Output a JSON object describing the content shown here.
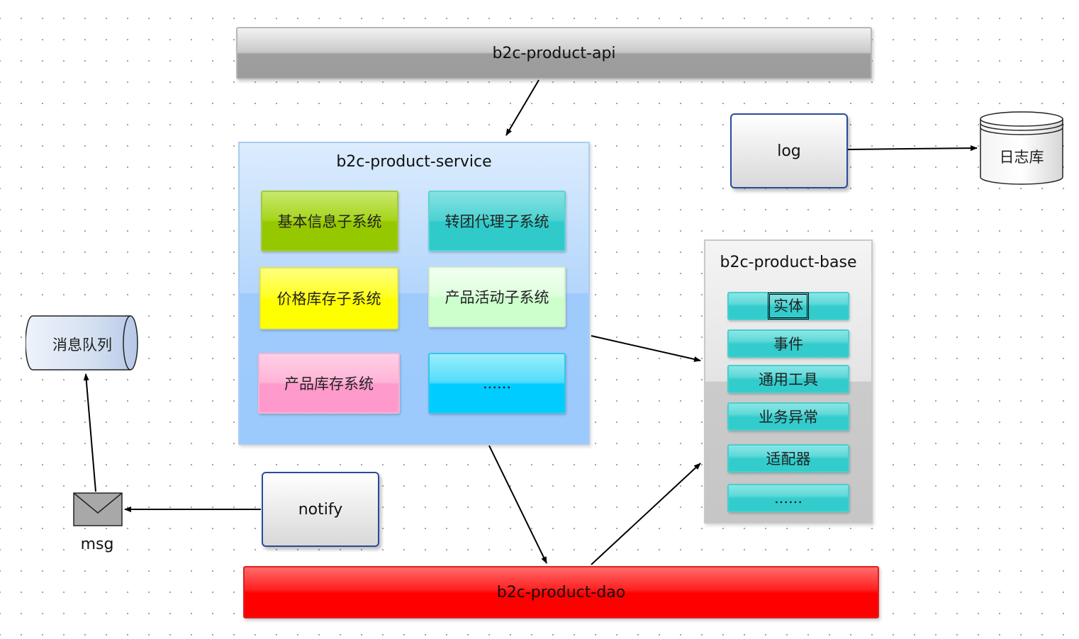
{
  "layers": {
    "api": "b2c-product-api",
    "service_title": "b2c-product-service",
    "dao": "b2c-product-dao",
    "base_title": "b2c-product-base"
  },
  "service_subsystems": [
    {
      "label": "基本信息子系统",
      "color": "#99cc00"
    },
    {
      "label": "转团代理子系统",
      "color": "#33cccc"
    },
    {
      "label": "价格库存子系统",
      "color": "#ffff00"
    },
    {
      "label": "产品活动子系统",
      "color": "#ccffcc"
    },
    {
      "label": "产品库存系统",
      "color": "#ff99cc"
    },
    {
      "label": "......",
      "color": "#00ccff"
    }
  ],
  "base_items": [
    "实体",
    "事件",
    "通用工具",
    "业务异常",
    "适配器",
    "......"
  ],
  "nodes": {
    "log": "log",
    "log_db": "日志库",
    "notify": "notify",
    "mq": "消息队列",
    "msg": "msg"
  },
  "colors": {
    "api": "#9e9e9e",
    "service": "#99ccff",
    "dao": "#ff0000",
    "base": "#c0c0c0",
    "node_border": "#2a4a9a"
  }
}
